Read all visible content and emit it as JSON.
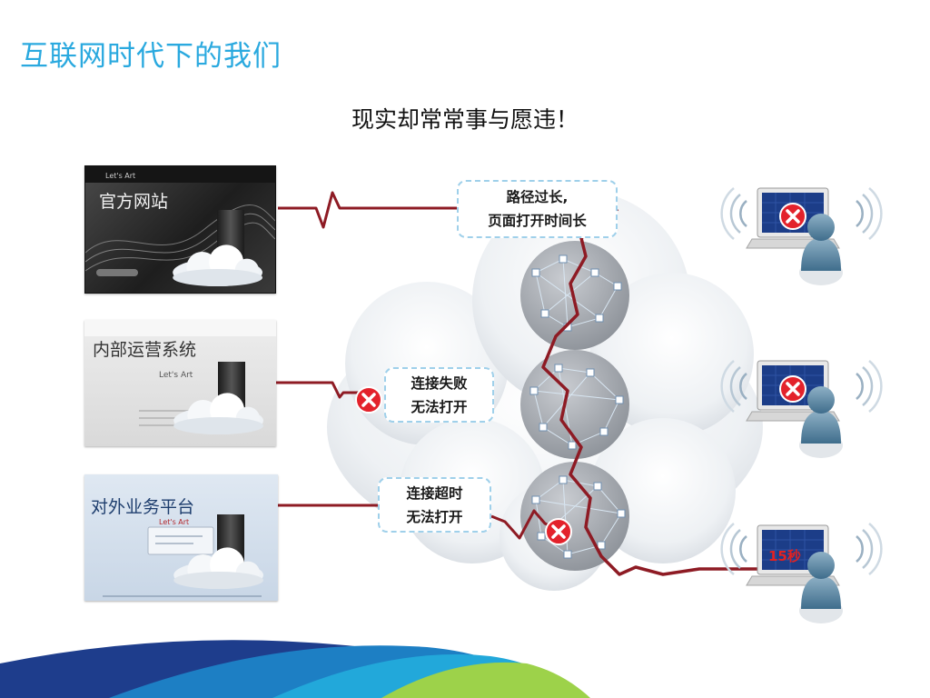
{
  "slide_title": "互联网时代下的我们",
  "subtitle": "现实却常常事与愿违！",
  "panels": [
    {
      "label": "官方网站",
      "brand": "Let's Art"
    },
    {
      "label": "内部运营系统",
      "brand": "Let's Art"
    },
    {
      "label": "对外业务平台",
      "brand": "Let's Art"
    }
  ],
  "callouts": [
    {
      "line1": "路径过长,",
      "line2": "页面打开时间长"
    },
    {
      "line1": "连接失败",
      "line2": "无法打开"
    },
    {
      "line1": "连接超时",
      "line2": "无法打开"
    }
  ],
  "client_3_time": "15秒",
  "colors": {
    "title": "#2aa9df",
    "line": "#8e1b24",
    "error": "#e3222b",
    "callout_border": "#9fd0ea"
  }
}
